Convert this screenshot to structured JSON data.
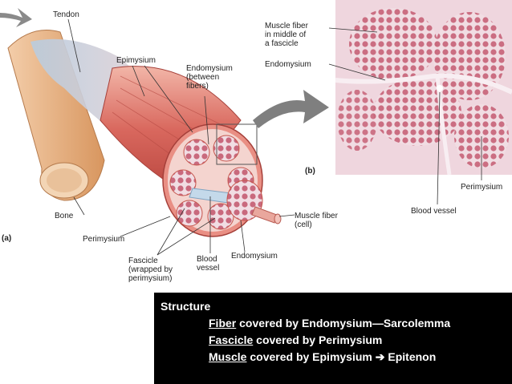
{
  "figure": {
    "panel_a": "(a)",
    "panel_b": "(b)",
    "labels": {
      "tendon": "Tendon",
      "epimysium": "Epimysium",
      "endomysium_between": "Endomysium\n(between\nfibers)",
      "bone": "Bone",
      "perimysium_a": "Perimysium",
      "fascicle": "Fascicle\n(wrapped by\nperimysium)",
      "blood_vessel_a": "Blood\nvessel",
      "endomysium_a": "Endomysium",
      "muscle_fiber_cell": "Muscle fiber\n(cell)",
      "muscle_fiber_middle": "Muscle fiber\nin middle of\na fascicle",
      "endomysium_b": "Endomysium",
      "perimysium_b": "Perimysium",
      "blood_vessel_b": "Blood vessel"
    }
  },
  "structure": {
    "title": "Structure",
    "rows": [
      {
        "term": "Fiber",
        "rest": " covered by Endomysium—Sarcolemma"
      },
      {
        "term": "Fascicle",
        "rest": " covered by Perimysium"
      },
      {
        "term": "Muscle",
        "rest": " covered by Epimysium ➔ Epitenon"
      }
    ]
  },
  "colors": {
    "muscle": "#d9685e",
    "bone": "#e8b78e",
    "tendon": "#c7d6e4",
    "histo_bg": "#efd6de",
    "box": "#000000"
  }
}
